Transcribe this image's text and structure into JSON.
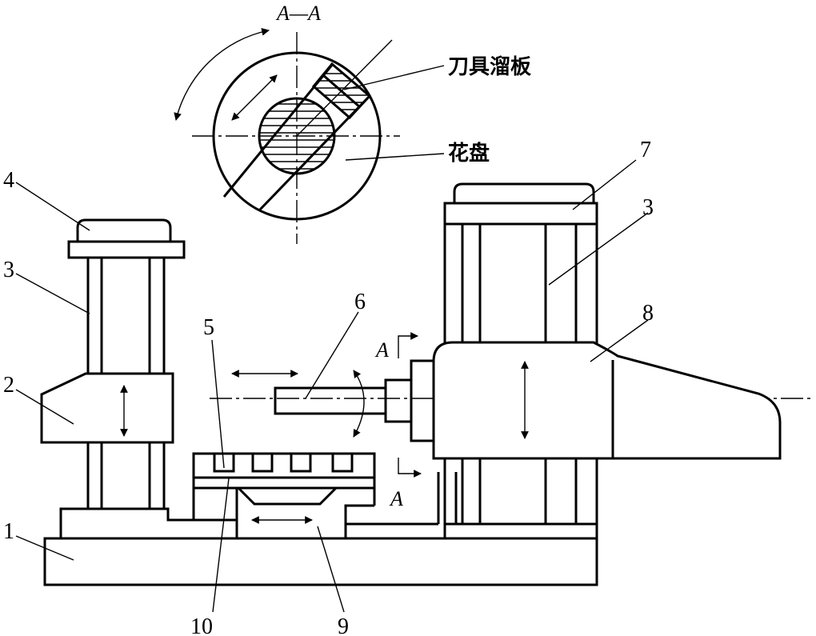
{
  "section_title": "A—A",
  "section_mark": "A",
  "labels": {
    "n1": "1",
    "n2": "2",
    "n3_left": "3",
    "n3_right": "3",
    "n4": "4",
    "n5": "5",
    "n6": "6",
    "n7": "7",
    "n8": "8",
    "n9": "9",
    "n10": "10",
    "tool_slide": "刀具溜板",
    "faceplate": "花盘"
  }
}
